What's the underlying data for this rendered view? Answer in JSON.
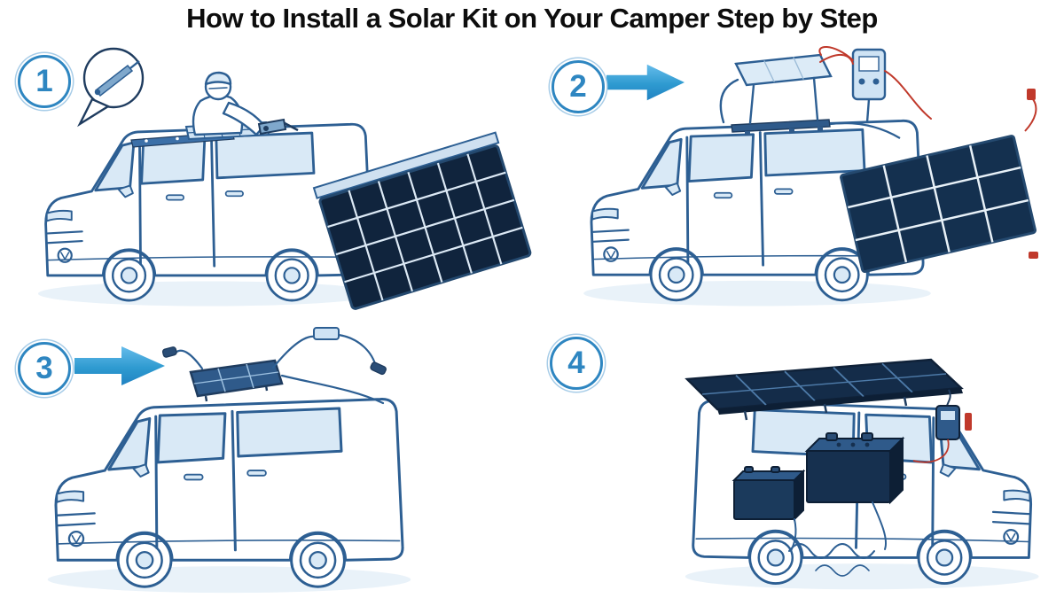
{
  "title": "How to Install a Solar Kit on Your Camper Step by Step",
  "colors": {
    "accent_arrow": "#2e9ad0",
    "line_art": "#2d5f93",
    "solar_panel_dark": "#14304f",
    "badge_blue": "#2e86c1",
    "wire_red": "#c0392b",
    "background": "#ffffff"
  },
  "steps": [
    {
      "number": "1",
      "icon": "worker-drilling-roof-mounts-icon"
    },
    {
      "number": "2",
      "icon": "brackets-and-charge-controller-icon"
    },
    {
      "number": "3",
      "icon": "panel-mounted-cables-routed-icon"
    },
    {
      "number": "4",
      "icon": "batteries-wired-interior-icon"
    }
  ]
}
